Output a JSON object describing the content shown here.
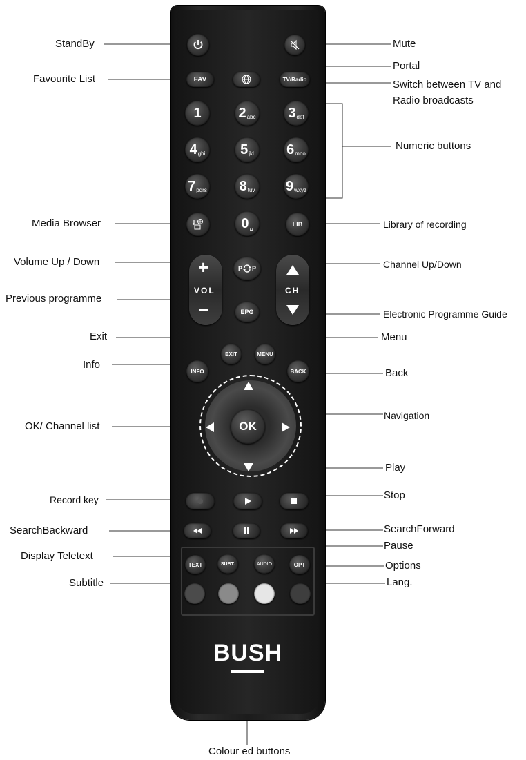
{
  "labels": {
    "standby": "StandBy",
    "mute": "Mute",
    "favourite_list": "Favourite List",
    "portal": "Portal",
    "switch_tv_radio": [
      "Switch between TV and",
      "Radio broadcasts"
    ],
    "numeric_buttons": "Numeric buttons",
    "media_browser": "Media Browser",
    "library": "Library of recording",
    "volume": "Volume Up / Down",
    "channel": "Channel Up/Down",
    "previous_programme": "Previous programme",
    "epg": "Electronic Programme Guide",
    "exit": "Exit",
    "menu": "Menu",
    "info": "Info",
    "back": "Back",
    "navigation": "Navigation",
    "ok_channel_list": "OK/ Channel list",
    "play": "Play",
    "record_key": "Record key",
    "stop": "Stop",
    "search_backward": "SearchBackward",
    "search_forward": "SearchForward",
    "pause": "Pause",
    "display_teletext": "Display Teletext",
    "options": "Options",
    "subtitle": "Subtitle",
    "lang": "Lang.",
    "coloured_buttons": "Colour ed buttons"
  },
  "buttons": {
    "fav": "FAV",
    "tv_radio": "TV/Radio",
    "numbers": [
      {
        "digit": "1",
        "letters": ""
      },
      {
        "digit": "2",
        "letters": "abc"
      },
      {
        "digit": "3",
        "letters": "def"
      },
      {
        "digit": "4",
        "letters": "ghi"
      },
      {
        "digit": "5",
        "letters": "jkl"
      },
      {
        "digit": "6",
        "letters": "mno"
      },
      {
        "digit": "7",
        "letters": "pqrs"
      },
      {
        "digit": "8",
        "letters": "tuv"
      },
      {
        "digit": "9",
        "letters": "wxyz"
      },
      {
        "digit": "0",
        "letters": "␣"
      }
    ],
    "lib": "LIB",
    "vol": "VOL",
    "ch": "CH",
    "pp_left": "P",
    "pp_right": "P",
    "epg": "EPG",
    "exit": "EXIT",
    "menu": "MENU",
    "info": "INFO",
    "back": "BACK",
    "ok": "OK",
    "text": "TEXT",
    "subt": "SUBT.",
    "audio": "AUDIO",
    "opt": "OPT"
  },
  "brand": "BUSH",
  "icons": {
    "power": "power-icon",
    "mute": "speaker-mute-icon",
    "portal": "globe-icon",
    "media": "media-browser-icon"
  },
  "colors": {
    "remote_body": "#1c1c1c",
    "button": "#3a3a3a",
    "colour_key_1": "#4b4b4b",
    "colour_key_2": "#8a8a8a",
    "colour_key_3": "#e6e6e6",
    "colour_key_4": "#3e3e3e"
  }
}
